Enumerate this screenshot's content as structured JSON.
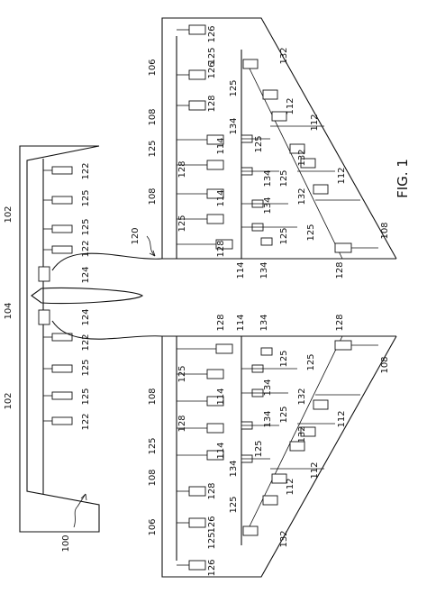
{
  "figure": {
    "title": "FIG. 1",
    "number": "100"
  },
  "labels": {
    "n102": "102",
    "n104": "104",
    "n106": "106",
    "n108": "108",
    "n112": "112",
    "n114": "114",
    "n120": "120",
    "n122": "122",
    "n124": "124",
    "n125": "125",
    "n126": "126",
    "n128": "128",
    "n132": "132",
    "n134": "134"
  }
}
